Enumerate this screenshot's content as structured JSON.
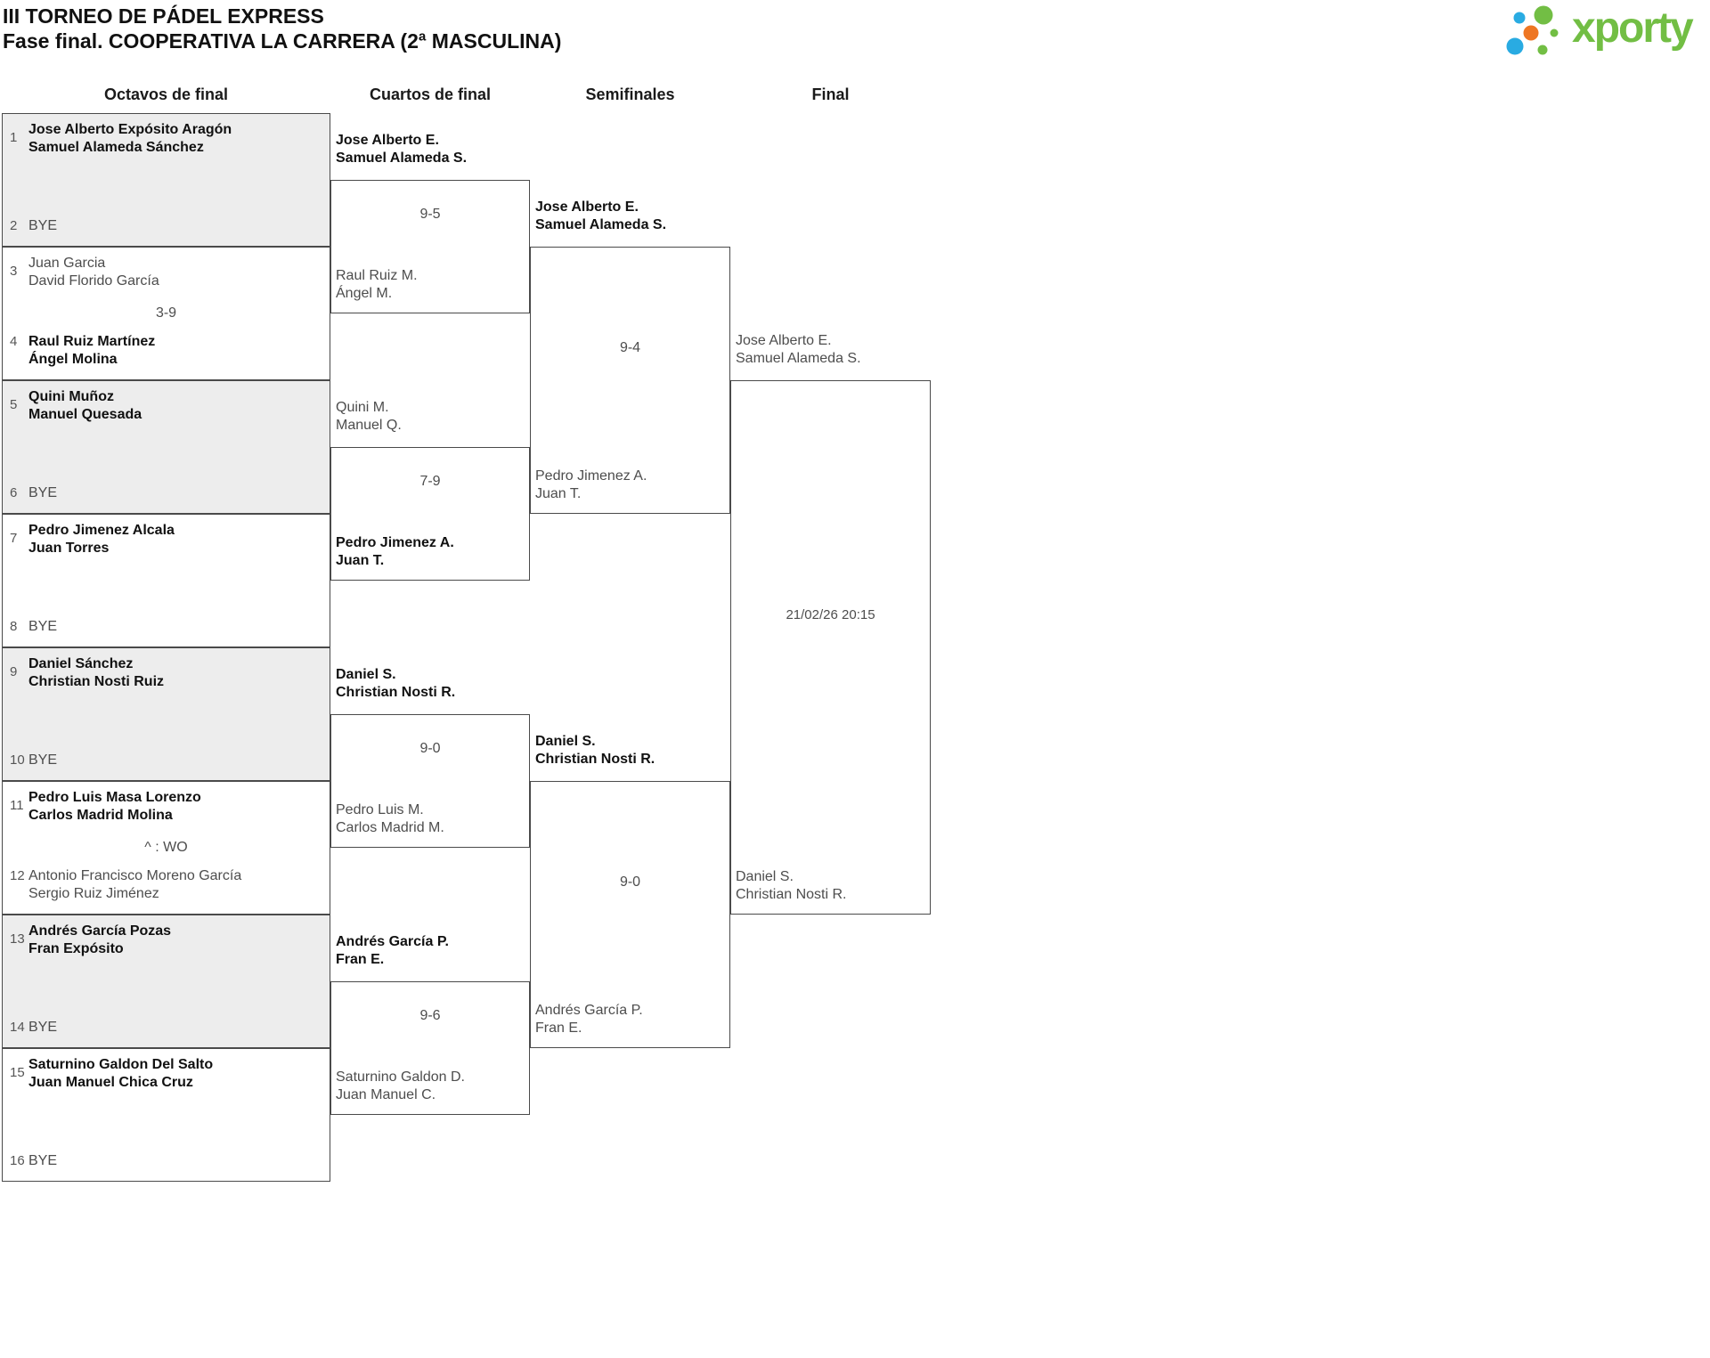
{
  "header": {
    "title": "III TORNEO DE PÁDEL EXPRESS",
    "subtitle": "Fase final. COOPERATIVA LA CARRERA (2ª MASCULINA)"
  },
  "logo": {
    "text": "xporty",
    "colors": {
      "green": "#72be44",
      "blue": "#29abe2",
      "orange": "#ee7623"
    }
  },
  "round_headers": [
    "Octavos de final",
    "Cuartos de final",
    "Semifinales",
    "Final"
  ],
  "round16": [
    {
      "score": "",
      "top": {
        "seed": "1",
        "line1": "Jose Alberto Expósito Aragón",
        "line2": "Samuel Alameda Sánchez"
      },
      "bottom": {
        "seed": "2",
        "line1": "BYE",
        "line2": ""
      }
    },
    {
      "score": "3-9",
      "top": {
        "seed": "3",
        "line1": "Juan Garcia",
        "line2": "David Florido García"
      },
      "bottom": {
        "seed": "4",
        "line1": "Raul Ruiz Martínez",
        "line2": "Ángel Molina"
      }
    },
    {
      "score": "",
      "top": {
        "seed": "5",
        "line1": "Quini Muñoz",
        "line2": "Manuel Quesada"
      },
      "bottom": {
        "seed": "6",
        "line1": "BYE",
        "line2": ""
      }
    },
    {
      "score": "",
      "top": {
        "seed": "7",
        "line1": "Pedro Jimenez Alcala",
        "line2": "Juan Torres"
      },
      "bottom": {
        "seed": "8",
        "line1": "BYE",
        "line2": ""
      }
    },
    {
      "score": "",
      "top": {
        "seed": "9",
        "line1": "Daniel Sánchez",
        "line2": "Christian Nosti Ruiz"
      },
      "bottom": {
        "seed": "10",
        "line1": "BYE",
        "line2": ""
      }
    },
    {
      "score": "^ : WO",
      "top": {
        "seed": "11",
        "line1": "Pedro Luis Masa Lorenzo",
        "line2": "Carlos Madrid Molina"
      },
      "bottom": {
        "seed": "12",
        "line1": "Antonio Francisco Moreno García",
        "line2": "Sergio Ruiz Jiménez"
      }
    },
    {
      "score": "",
      "top": {
        "seed": "13",
        "line1": "Andrés García Pozas",
        "line2": "Fran Expósito"
      },
      "bottom": {
        "seed": "14",
        "line1": "BYE",
        "line2": ""
      }
    },
    {
      "score": "",
      "top": {
        "seed": "15",
        "line1": "Saturnino Galdon Del Salto",
        "line2": "Juan Manuel Chica Cruz"
      },
      "bottom": {
        "seed": "16",
        "line1": "BYE",
        "line2": ""
      }
    }
  ],
  "quarterfinals": [
    {
      "score": "9-5",
      "top": {
        "line1": "Jose Alberto E.",
        "line2": "Samuel Alameda S."
      },
      "bottom": {
        "line1": "Raul Ruiz M.",
        "line2": "Ángel M."
      }
    },
    {
      "score": "7-9",
      "top": {
        "line1": "Quini M.",
        "line2": "Manuel Q."
      },
      "bottom": {
        "line1": "Pedro Jimenez A.",
        "line2": "Juan T."
      }
    },
    {
      "score": "9-0",
      "top": {
        "line1": "Daniel S.",
        "line2": "Christian Nosti R."
      },
      "bottom": {
        "line1": "Pedro Luis M.",
        "line2": "Carlos Madrid M."
      }
    },
    {
      "score": "9-6",
      "top": {
        "line1": "Andrés García P.",
        "line2": "Fran E."
      },
      "bottom": {
        "line1": "Saturnino Galdon D.",
        "line2": "Juan Manuel C."
      }
    }
  ],
  "semifinals": [
    {
      "score": "9-4",
      "top": {
        "line1": "Jose Alberto E.",
        "line2": "Samuel Alameda S."
      },
      "bottom": {
        "line1": "Pedro Jimenez A.",
        "line2": "Juan T."
      }
    },
    {
      "score": "9-0",
      "top": {
        "line1": "Daniel S.",
        "line2": "Christian Nosti R."
      },
      "bottom": {
        "line1": "Andrés García P.",
        "line2": "Fran E."
      }
    }
  ],
  "final": {
    "datetime": "21/02/26 20:15",
    "top": {
      "line1": "Jose Alberto E.",
      "line2": "Samuel Alameda S."
    },
    "bottom": {
      "line1": "Daniel S.",
      "line2": "Christian Nosti R."
    }
  }
}
